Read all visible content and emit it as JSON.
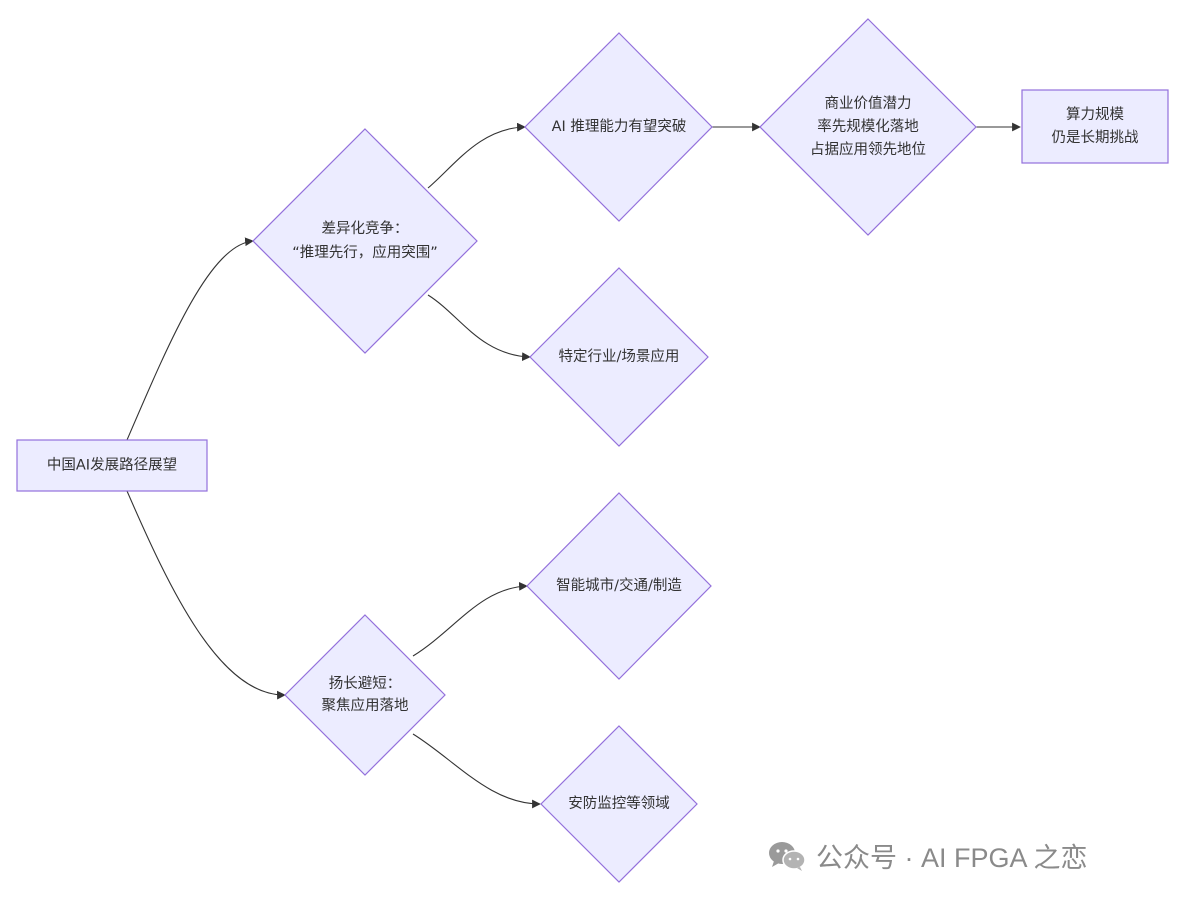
{
  "nodes": {
    "root": "中国AI发展路径展望",
    "diff_title": "差异化竞争：",
    "diff_sub": "“推理先行，应用突围”",
    "reasoning": "AI 推理能力有望突破",
    "commercial_1": "商业价值潜力",
    "commercial_2": "率先规模化落地",
    "commercial_3": "占据应用领先地位",
    "compute_1": "算力规模",
    "compute_2": "仍是长期挑战",
    "industry": "特定行业/场景应用",
    "strength_title": "扬长避短：",
    "strength_sub": "聚焦应用落地",
    "smart_city": "智能城市/交通/制造",
    "security": "安防监控等领域"
  },
  "watermark": {
    "text": "公众号 · AI FPGA 之恋",
    "icon": "wechat-icon"
  },
  "colors": {
    "node_fill": "#ECECFF",
    "node_stroke": "#9370DB",
    "edge": "#333333"
  }
}
